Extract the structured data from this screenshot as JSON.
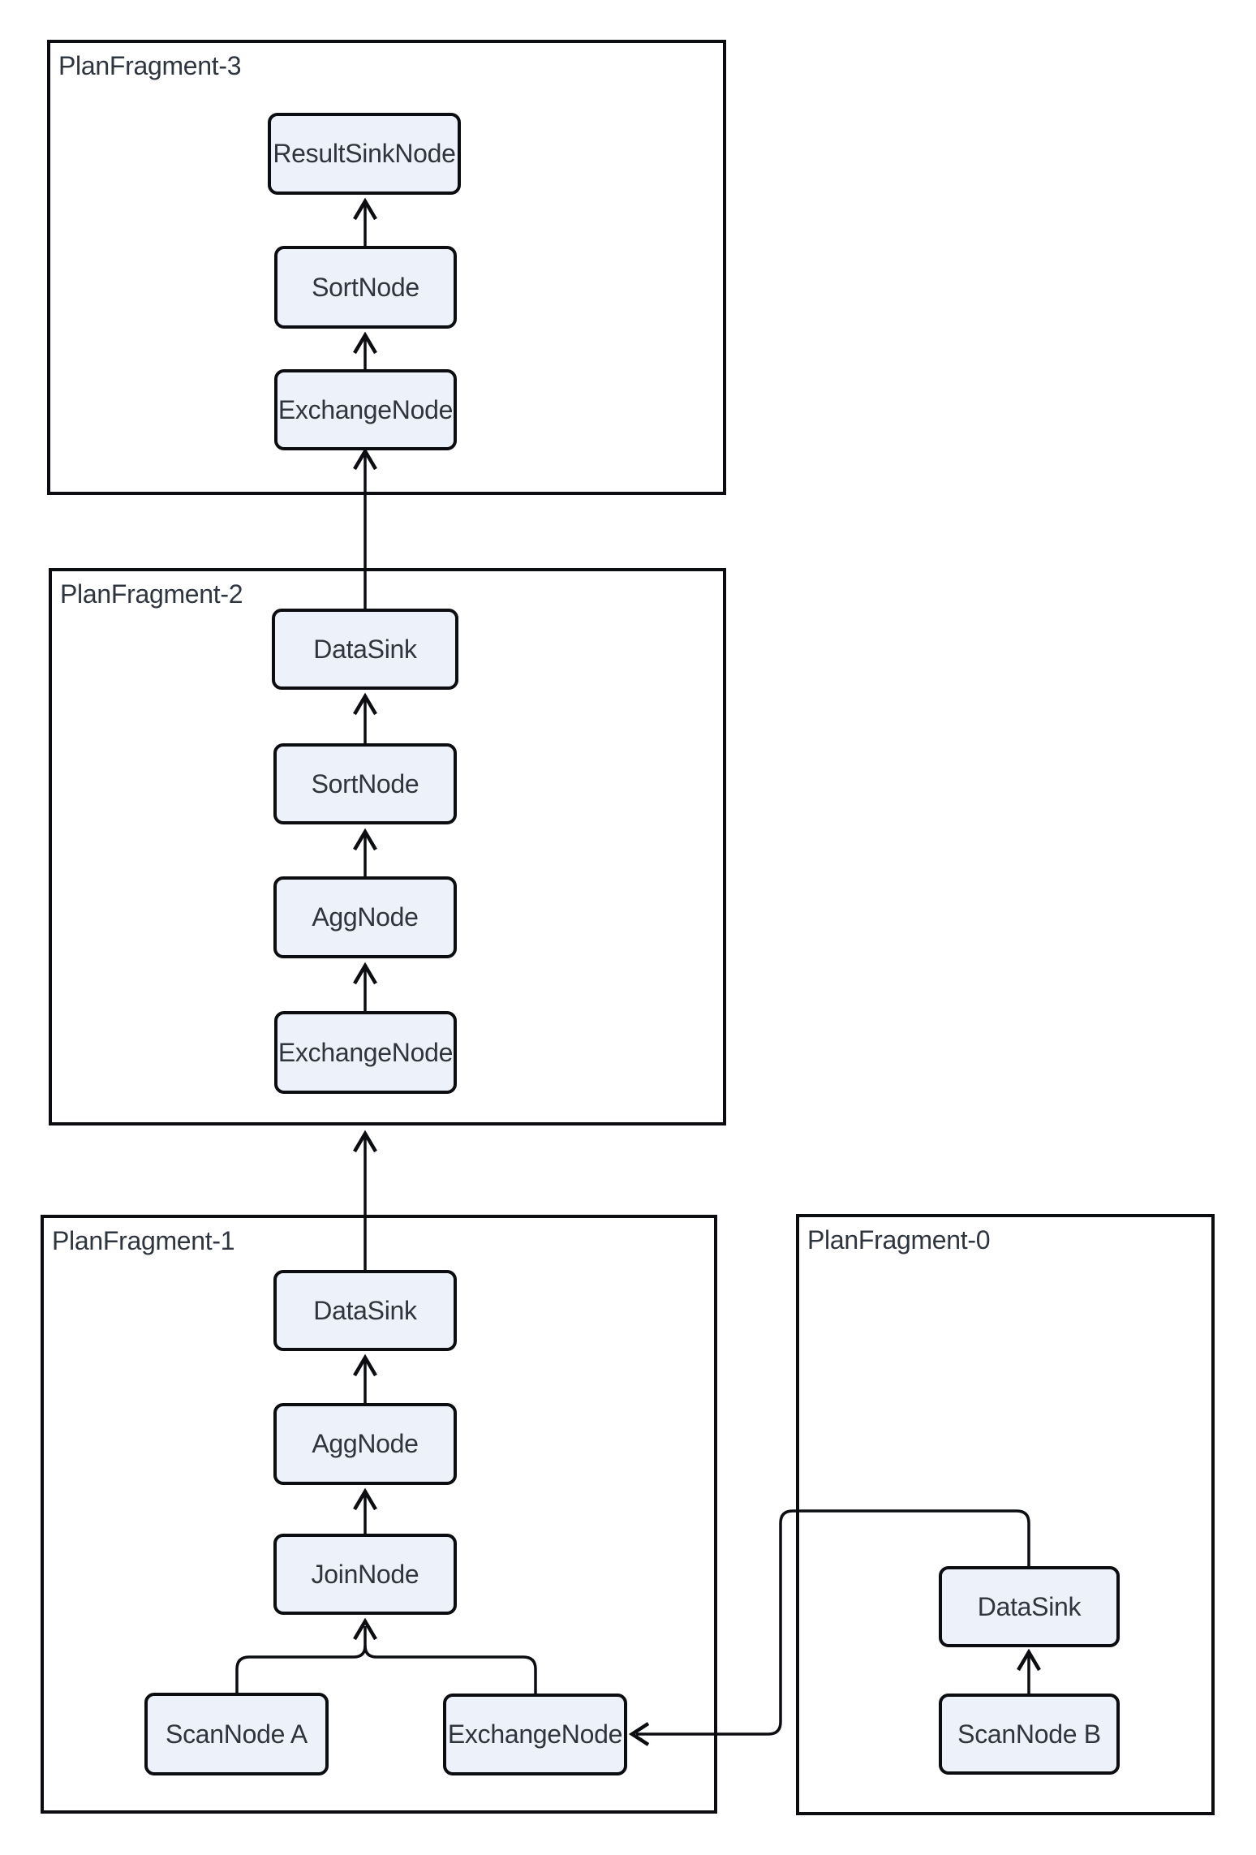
{
  "diagram": {
    "colors": {
      "node_fill": "#EDF1FA",
      "stroke": "#0B0D10",
      "text": "#2F353E"
    },
    "fragments": [
      {
        "id": "pf3",
        "title": "PlanFragment-3",
        "nodes": [
          {
            "id": "pf3-resultsink",
            "label": "ResultSinkNode"
          },
          {
            "id": "pf3-sort",
            "label": "SortNode"
          },
          {
            "id": "pf3-exchange",
            "label": "ExchangeNode"
          }
        ]
      },
      {
        "id": "pf2",
        "title": "PlanFragment-2",
        "nodes": [
          {
            "id": "pf2-datasink",
            "label": "DataSink"
          },
          {
            "id": "pf2-sort",
            "label": "SortNode"
          },
          {
            "id": "pf2-agg",
            "label": "AggNode"
          },
          {
            "id": "pf2-exchange",
            "label": "ExchangeNode"
          }
        ]
      },
      {
        "id": "pf1",
        "title": "PlanFragment-1",
        "nodes": [
          {
            "id": "pf1-datasink",
            "label": "DataSink"
          },
          {
            "id": "pf1-agg",
            "label": "AggNode"
          },
          {
            "id": "pf1-join",
            "label": "JoinNode"
          },
          {
            "id": "pf1-scan-a",
            "label": "ScanNode A"
          },
          {
            "id": "pf1-exchange",
            "label": "ExchangeNode"
          }
        ]
      },
      {
        "id": "pf0",
        "title": "PlanFragment-0",
        "nodes": [
          {
            "id": "pf0-datasink",
            "label": "DataSink"
          },
          {
            "id": "pf0-scan-b",
            "label": "ScanNode B"
          }
        ]
      }
    ],
    "edges": [
      {
        "from": "pf3-sort",
        "to": "pf3-resultsink",
        "direction": "up",
        "cross_fragment": false
      },
      {
        "from": "pf3-exchange",
        "to": "pf3-sort",
        "direction": "up",
        "cross_fragment": false
      },
      {
        "from": "pf2-datasink",
        "to": "pf3-exchange",
        "direction": "up",
        "cross_fragment": true
      },
      {
        "from": "pf2-sort",
        "to": "pf2-datasink",
        "direction": "up",
        "cross_fragment": false
      },
      {
        "from": "pf2-agg",
        "to": "pf2-sort",
        "direction": "up",
        "cross_fragment": false
      },
      {
        "from": "pf2-exchange",
        "to": "pf2-agg",
        "direction": "up",
        "cross_fragment": false
      },
      {
        "from": "pf1-datasink",
        "to": "pf2-exchange",
        "direction": "up",
        "cross_fragment": true
      },
      {
        "from": "pf1-agg",
        "to": "pf1-datasink",
        "direction": "up",
        "cross_fragment": false
      },
      {
        "from": "pf1-join",
        "to": "pf1-agg",
        "direction": "up",
        "cross_fragment": false
      },
      {
        "from": "pf1-scan-a",
        "to": "pf1-join",
        "direction": "up",
        "cross_fragment": false
      },
      {
        "from": "pf1-exchange",
        "to": "pf1-join",
        "direction": "up",
        "cross_fragment": false
      },
      {
        "from": "pf0-scan-b",
        "to": "pf0-datasink",
        "direction": "up",
        "cross_fragment": false
      },
      {
        "from": "pf0-datasink",
        "to": "pf1-exchange",
        "direction": "left",
        "cross_fragment": true
      }
    ]
  }
}
